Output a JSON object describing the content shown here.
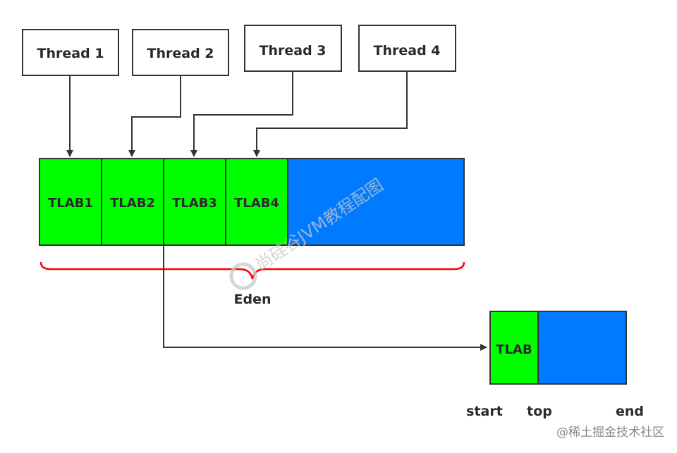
{
  "threads": [
    "Thread 1",
    "Thread 2",
    "Thread 3",
    "Thread 4"
  ],
  "tlabs": [
    "TLAB1",
    "TLAB2",
    "TLAB3",
    "TLAB4"
  ],
  "eden_label": "Eden",
  "detail": {
    "tlab_label": "TLAB",
    "pointers": [
      "start",
      "top",
      "end"
    ]
  },
  "watermark": "尚硅谷JVM教程配图",
  "footer": "@稀土掘金技术社区",
  "colors": {
    "tlab_green": "#00ff00",
    "free_blue": "#007bff",
    "brace_red": "#ff0000",
    "line": "#333333"
  }
}
